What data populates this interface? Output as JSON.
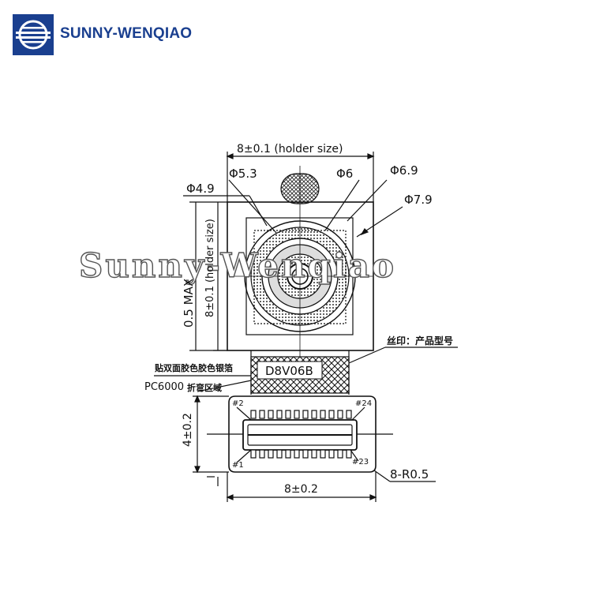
{
  "brand": {
    "name": "SUNNY-WENQIAO"
  },
  "watermark": "Sunny-Wenqiao",
  "dimensions": {
    "holder_size": "8±0.1 (holder size)",
    "phi_5_3": "Φ5.3",
    "phi_6": "Φ6",
    "phi_6_9": "Φ6.9",
    "phi_7_9": "Φ7.9",
    "phi_4_9": "Φ4.9",
    "height_max": "0.5 MAX",
    "holder_vertical": "8±0.1 (holder size)",
    "fpc_length": "4±0.2",
    "width_bottom": "8±0.2",
    "corner_radius": "8-R0.5"
  },
  "annotations": {
    "silkscreen": "丝印：产品型号",
    "model": "D8V06B",
    "tape_note": "贴双面胶色胶色银箔",
    "fpc_material": "PC6000",
    "bend_area": "折弯区域"
  },
  "pins": {
    "p2": "#2",
    "p24": "#24",
    "p1": "#1",
    "p23": "#23"
  },
  "colors": {
    "brand": "#1a3f8f",
    "line": "#111111"
  }
}
